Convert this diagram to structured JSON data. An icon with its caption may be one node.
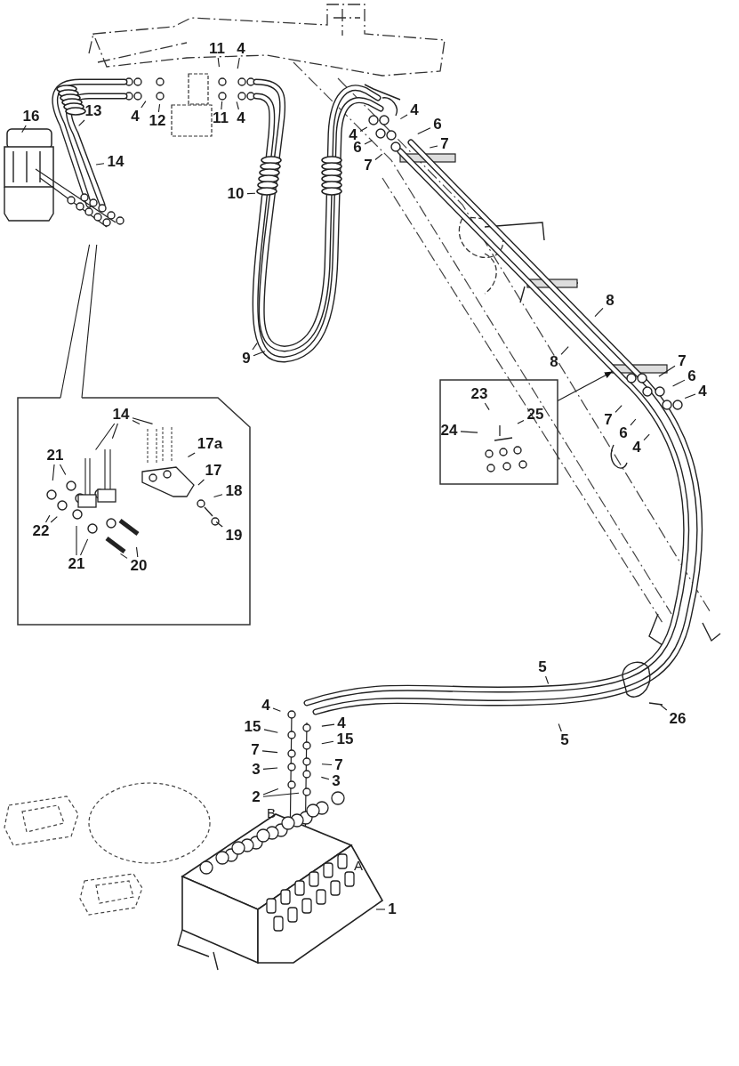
{
  "diagram": {
    "nodes": [
      {
        "text": [
          "11"
        ]
      },
      {
        "text": [
          "4"
        ]
      },
      {
        "text": [
          "16"
        ]
      },
      {
        "text": [
          "13"
        ]
      },
      {
        "text": [
          "4"
        ]
      },
      {
        "text": [
          "12"
        ]
      },
      {
        "text": [
          "11"
        ]
      },
      {
        "text": [
          "4"
        ]
      },
      {
        "text": [
          "4"
        ]
      },
      {
        "text": [
          "6"
        ]
      },
      {
        "text": [
          "4"
        ]
      },
      {
        "text": [
          "7"
        ]
      },
      {
        "text": [
          "6"
        ]
      },
      {
        "text": [
          "7"
        ]
      },
      {
        "text": [
          "14"
        ]
      },
      {
        "text": [
          "10"
        ]
      },
      {
        "text": [
          "8"
        ]
      },
      {
        "text": [
          "9"
        ]
      },
      {
        "text": [
          "8"
        ]
      },
      {
        "text": [
          "7"
        ]
      },
      {
        "text": [
          "6"
        ]
      },
      {
        "text": [
          "4"
        ]
      },
      {
        "text": [],
        "shape": "box"
      },
      {
        "text": [
          "23"
        ],
        "in": 22
      },
      {
        "text": [
          "24"
        ],
        "in": 22
      },
      {
        "text": [
          "25"
        ],
        "in": 22
      },
      {
        "text": [
          "7"
        ]
      },
      {
        "text": [
          "6"
        ]
      },
      {
        "text": [
          "4"
        ]
      },
      {
        "text": [],
        "shape": "box"
      },
      {
        "text": [
          "14"
        ],
        "in": 29
      },
      {
        "text": [
          "17a"
        ],
        "in": 29
      },
      {
        "text": [
          "21"
        ],
        "in": 29
      },
      {
        "text": [
          "17"
        ],
        "in": 29
      },
      {
        "text": [
          "18"
        ],
        "in": 29
      },
      {
        "text": [
          "22"
        ],
        "in": 29
      },
      {
        "text": [
          "19"
        ],
        "in": 29
      },
      {
        "text": [
          "21"
        ],
        "in": 29
      },
      {
        "text": [
          "20"
        ],
        "in": 29
      },
      {
        "text": [
          "5"
        ]
      },
      {
        "text": [
          "4"
        ]
      },
      {
        "text": [
          "26"
        ]
      },
      {
        "text": [
          "4"
        ]
      },
      {
        "text": [
          "15"
        ]
      },
      {
        "text": [
          "5"
        ]
      },
      {
        "text": [
          "15"
        ]
      },
      {
        "text": [
          "7"
        ]
      },
      {
        "text": [
          "7"
        ]
      },
      {
        "text": [
          "3"
        ]
      },
      {
        "text": [
          "3"
        ]
      },
      {
        "text": [
          "2"
        ]
      },
      {
        "text": [
          "1"
        ]
      }
    ],
    "edges": [
      {
        "from": 0,
        "to": null,
        "arrow": "none"
      },
      {
        "from": 1,
        "to": null,
        "arrow": "none"
      },
      {
        "from": 2,
        "to": null,
        "arrow": "none"
      },
      {
        "from": 3,
        "to": null,
        "arrow": "none"
      },
      {
        "from": 4,
        "to": null,
        "arrow": "none"
      },
      {
        "from": 5,
        "to": null,
        "arrow": "none"
      },
      {
        "from": 6,
        "to": null,
        "arrow": "none"
      },
      {
        "from": 7,
        "to": null,
        "arrow": "none"
      },
      {
        "from": 8,
        "to": null,
        "arrow": "none"
      },
      {
        "from": 9,
        "to": null,
        "arrow": "none"
      },
      {
        "from": 10,
        "to": null,
        "arrow": "none"
      },
      {
        "from": 11,
        "to": null,
        "arrow": "none"
      },
      {
        "from": 12,
        "to": null,
        "arrow": "none"
      },
      {
        "from": 13,
        "to": null,
        "arrow": "none"
      },
      {
        "from": 14,
        "to": null,
        "arrow": "none"
      },
      {
        "from": 15,
        "to": null,
        "arrow": "none"
      },
      {
        "from": 16,
        "to": null,
        "arrow": "none"
      },
      {
        "from": 17,
        "to": null,
        "arrow": "none"
      },
      {
        "from": 17,
        "to": null,
        "arrow": "none"
      },
      {
        "from": 18,
        "to": null,
        "arrow": "none"
      },
      {
        "from": 19,
        "to": null,
        "arrow": "none"
      },
      {
        "from": 20,
        "to": null,
        "arrow": "none"
      },
      {
        "from": 21,
        "to": null,
        "arrow": "none"
      },
      {
        "from": 22,
        "to": null,
        "arrow": "to"
      },
      {
        "from": 23,
        "to": null,
        "arrow": "none"
      },
      {
        "from": 24,
        "to": null,
        "arrow": "none"
      },
      {
        "from": 25,
        "to": null,
        "arrow": "none"
      },
      {
        "from": 26,
        "to": null,
        "arrow": "none"
      },
      {
        "from": 27,
        "to": null,
        "arrow": "none"
      },
      {
        "from": 28,
        "to": null,
        "arrow": "none"
      },
      {
        "from": 29,
        "to": null,
        "arrow": "none"
      },
      {
        "from": 29,
        "to": null,
        "arrow": "none"
      },
      {
        "from": 30,
        "to": null,
        "arrow": "none"
      },
      {
        "from": 30,
        "to": null,
        "arrow": "none"
      },
      {
        "from": 30,
        "to": null,
        "arrow": "none"
      },
      {
        "from": 30,
        "to": null,
        "arrow": "none"
      },
      {
        "from": 31,
        "to": null,
        "arrow": "none"
      },
      {
        "from": 32,
        "to": null,
        "arrow": "none"
      },
      {
        "from": 32,
        "to": null,
        "arrow": "none"
      },
      {
        "from": 33,
        "to": null,
        "arrow": "none"
      },
      {
        "from": 34,
        "to": null,
        "arrow": "none"
      },
      {
        "from": 35,
        "to": null,
        "arrow": "none"
      },
      {
        "from": 35,
        "to": null,
        "arrow": "none"
      },
      {
        "from": 36,
        "to": null,
        "arrow": "none"
      },
      {
        "from": 37,
        "to": null,
        "arrow": "none"
      },
      {
        "from": 37,
        "to": null,
        "arrow": "none"
      },
      {
        "from": 38,
        "to": null,
        "arrow": "none"
      },
      {
        "from": 38,
        "to": null,
        "arrow": "none"
      },
      {
        "from": 39,
        "to": null,
        "arrow": "none"
      },
      {
        "from": 40,
        "to": null,
        "arrow": "none"
      },
      {
        "from": 41,
        "to": null,
        "arrow": "none"
      },
      {
        "from": 42,
        "to": null,
        "arrow": "none"
      },
      {
        "from": 43,
        "to": null,
        "arrow": "none"
      },
      {
        "from": 44,
        "to": null,
        "arrow": "none"
      },
      {
        "from": 45,
        "to": null,
        "arrow": "none"
      },
      {
        "from": 46,
        "to": null,
        "arrow": "none"
      },
      {
        "from": 47,
        "to": null,
        "arrow": "none"
      },
      {
        "from": 48,
        "to": null,
        "arrow": "none"
      },
      {
        "from": 49,
        "to": null,
        "arrow": "none"
      },
      {
        "from": 50,
        "to": null,
        "arrow": "none"
      },
      {
        "from": 50,
        "to": null,
        "arrow": "none"
      },
      {
        "from": 51,
        "to": null,
        "arrow": "none"
      }
    ],
    "labels": [
      "B",
      "A"
    ]
  }
}
